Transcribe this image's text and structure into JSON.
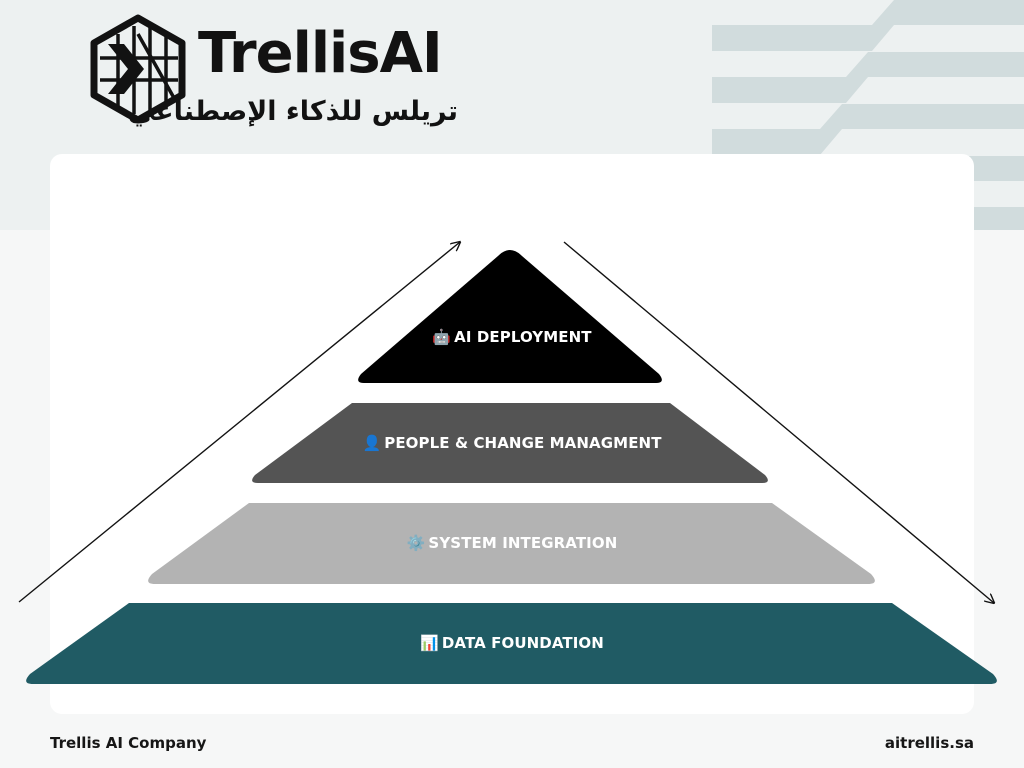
{
  "brand": {
    "name": "TrellisAI",
    "arabic_name": "تريلس للذكاء الإصطناعي"
  },
  "pyramid": {
    "tiers": [
      {
        "icon": "robot-icon",
        "emoji": "🤖",
        "label": "AI DEPLOYMENT",
        "color": "#000000",
        "text_color": "#ffffff"
      },
      {
        "icon": "person-icon",
        "emoji": "👤",
        "label": "PEOPLE & CHANGE MANAGMENT",
        "color": "#545454",
        "text_color": "#ffffff"
      },
      {
        "icon": "gear-icon",
        "emoji": "⚙️",
        "label": "SYSTEM INTEGRATION",
        "color": "#b3b3b3",
        "text_color": "#ffffff"
      },
      {
        "icon": "bar-chart-icon",
        "emoji": "📊",
        "label": "DATA FOUNDATION",
        "color": "#205b64",
        "text_color": "#ffffff"
      }
    ]
  },
  "footer": {
    "company": "Trellis AI Company",
    "website": "aitrellis.sa"
  },
  "colors": {
    "background": "#f6f7f7",
    "top_band": "#edf1f1",
    "stripe": "#d1dcdd",
    "card": "#ffffff",
    "text": "#121212"
  }
}
